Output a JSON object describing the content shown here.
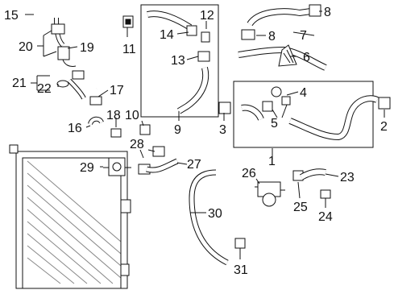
{
  "diagram": {
    "callouts": {
      "c1": "1",
      "c2": "2",
      "c3": "3",
      "c4": "4",
      "c5": "5",
      "c6": "6",
      "c7": "7",
      "c8a": "8",
      "c8b": "8",
      "c9": "9",
      "c10": "10",
      "c11": "11",
      "c12": "12",
      "c13": "13",
      "c14": "14",
      "c15": "15",
      "c16": "16",
      "c17": "17",
      "c18": "18",
      "c19": "19",
      "c20": "20",
      "c21": "21",
      "c22": "22",
      "c23": "23",
      "c24": "24",
      "c25": "25",
      "c26": "26",
      "c27": "27",
      "c28": "28",
      "c29": "29",
      "c30": "30",
      "c31": "31"
    }
  }
}
